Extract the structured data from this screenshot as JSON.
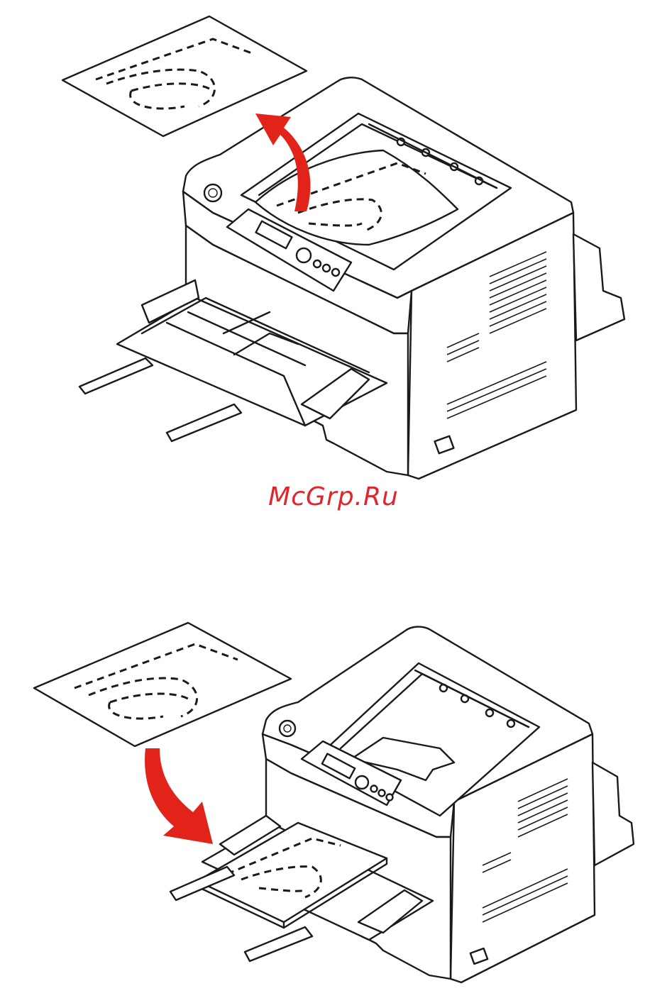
{
  "watermark": {
    "text": "McGrp.Ru",
    "color": "#e0262b"
  },
  "colors": {
    "arrow": "#e2231a",
    "line": "#1a1a1a",
    "background": "#ffffff"
  },
  "illustrations": [
    {
      "id": "remove-paper",
      "arrow_direction": "up"
    },
    {
      "id": "load-paper",
      "arrow_direction": "down"
    }
  ]
}
